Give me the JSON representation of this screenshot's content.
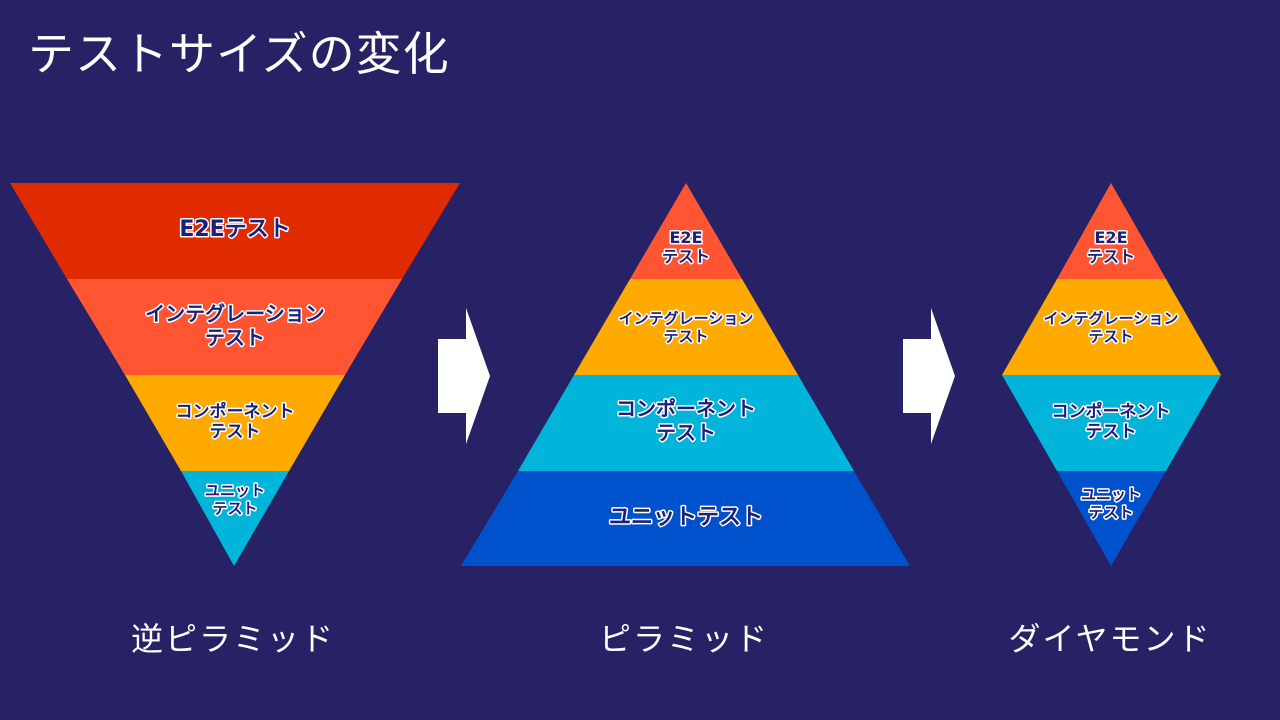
{
  "title": "テストサイズの変化",
  "colors": {
    "background": "#262265",
    "e2e_inverted": "#e02a00",
    "e2e": "#ff5533",
    "integration": "#ffaa00",
    "component": "#00b5d9",
    "unit": "#0052cc",
    "arrow": "#ffffff"
  },
  "inverted_pyramid": {
    "caption": "逆ピラミッド",
    "segments": [
      {
        "lines": [
          "E2Eテスト"
        ]
      },
      {
        "lines": [
          "インテグレーション",
          "テスト"
        ]
      },
      {
        "lines": [
          "コンポーネント",
          "テスト"
        ]
      },
      {
        "lines": [
          "ユニット",
          "テスト"
        ]
      }
    ]
  },
  "pyramid": {
    "caption": "ピラミッド",
    "segments": [
      {
        "lines": [
          "E2E",
          "テスト"
        ]
      },
      {
        "lines": [
          "インテグレーション",
          "テスト"
        ]
      },
      {
        "lines": [
          "コンポーネント",
          "テスト"
        ]
      },
      {
        "lines": [
          "ユニットテスト"
        ]
      }
    ]
  },
  "diamond": {
    "caption": "ダイヤモンド",
    "segments": [
      {
        "lines": [
          "E2E",
          "テスト"
        ]
      },
      {
        "lines": [
          "インテグレーション",
          "テスト"
        ]
      },
      {
        "lines": [
          "コンポーネント",
          "テスト"
        ]
      },
      {
        "lines": [
          "ユニット",
          "テスト"
        ]
      }
    ]
  },
  "arrows": [
    {
      "icon": "arrow-right-icon"
    },
    {
      "icon": "arrow-right-icon"
    }
  ]
}
